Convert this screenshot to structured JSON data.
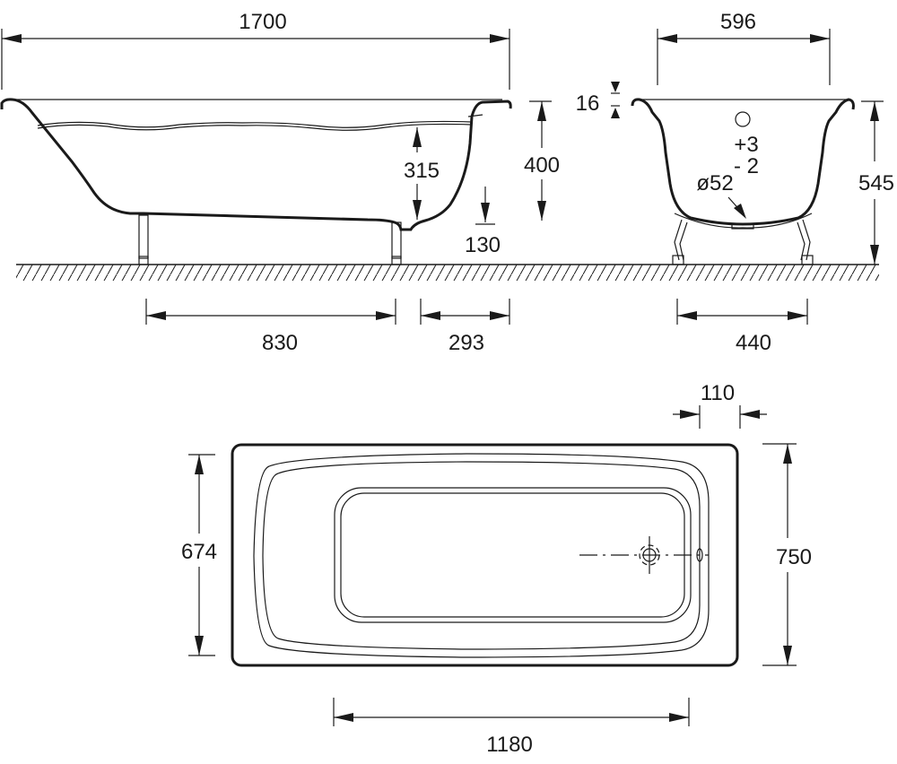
{
  "title": "Bathtub dimension drawing",
  "side_view": {
    "length": "1700",
    "water_depth": "315",
    "height": "400",
    "drain_height": "130",
    "leg_spacing": "830",
    "drain_offset": "293"
  },
  "front_view": {
    "width": "596",
    "rim_thickness": "16",
    "total_height": "545",
    "tolerance_plus": "+3",
    "tolerance_minus": "- 2",
    "drain_diameter": "ø52",
    "leg_spacing": "440"
  },
  "top_view": {
    "overflow_offset": "110",
    "inner_width": "674",
    "outer_width": "750",
    "inner_length": "1180"
  },
  "colors": {
    "line": "#1a1a1a",
    "background": "#ffffff"
  }
}
